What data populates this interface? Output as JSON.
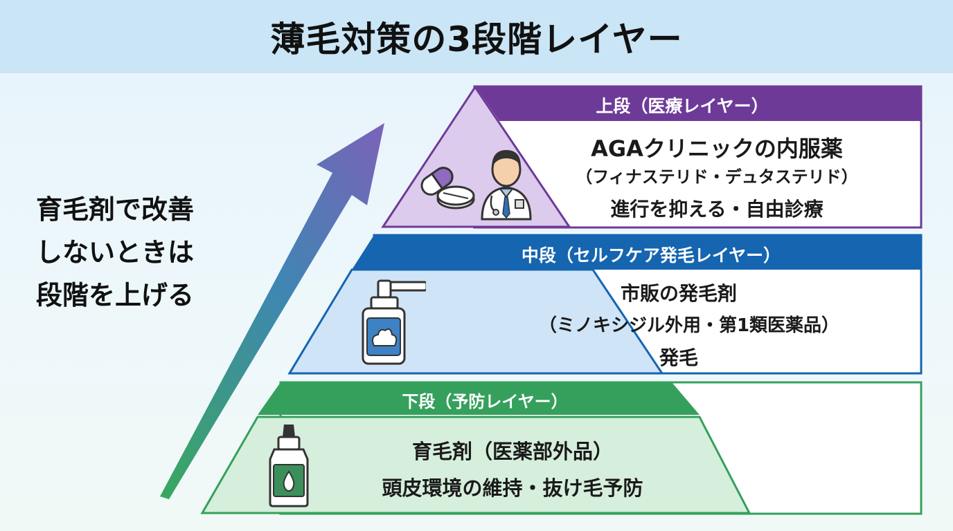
{
  "title": "薄毛対策の3段階レイヤー",
  "side_message": [
    "育毛剤で改善",
    "しないときは",
    "段階を上げる"
  ],
  "layers": {
    "top": {
      "label": "上段（医療レイヤー）",
      "lines": [
        "AGAクリニックの内服薬",
        "（フィナステリド・デュタステリド）",
        "進行を抑える・自由診療"
      ],
      "icons": [
        "pills-icon",
        "doctor-icon"
      ]
    },
    "middle": {
      "label": "中段（セルフケア発毛レイヤー）",
      "lines": [
        "市販の発毛剤",
        "（ミノキシジル外用・第1類医薬品）",
        "発毛"
      ],
      "icons": [
        "spray-bottle-icon"
      ]
    },
    "bottom": {
      "label": "下段（予防レイヤー）",
      "lines": [
        "育毛剤（医薬部外品）",
        "頭皮環境の維持・抜け毛予防"
      ],
      "icons": [
        "dropper-bottle-icon"
      ]
    }
  },
  "colors": {
    "top": "#6e3a98",
    "top_fill": "#dccbec",
    "middle": "#1565b0",
    "middle_fill": "#cfe4f7",
    "bottom": "#35a05c",
    "bottom_fill": "#d6eedc",
    "arrow_start": "#3aa85e",
    "arrow_end": "#7b62b8"
  }
}
